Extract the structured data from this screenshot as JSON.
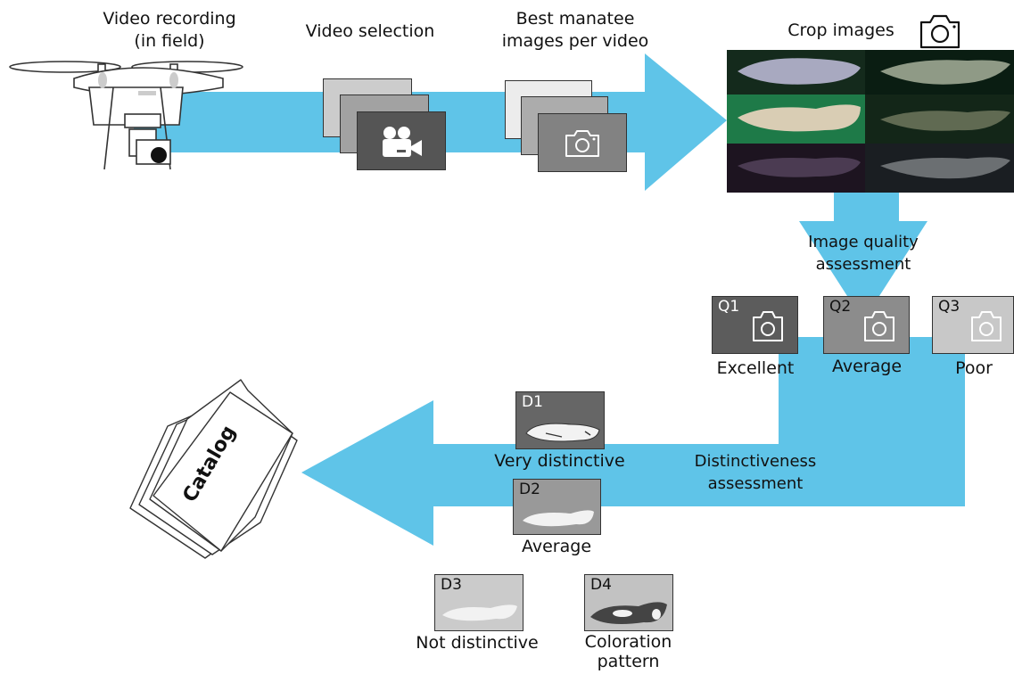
{
  "flow": {
    "step_recording": {
      "line1": "Video recording",
      "line2": "(in field)"
    },
    "step_selection": "Video selection",
    "step_best": {
      "line1": "Best manatee",
      "line2": "images per video"
    },
    "step_crop": "Crop images",
    "step_quality": {
      "line1": "Image quality",
      "line2": "assessment"
    },
    "step_distinct": {
      "line1": "Distinctiveness",
      "line2": "assessment"
    }
  },
  "quality": [
    {
      "id": "Q1",
      "label": "Excellent",
      "color": "#5c5c5c"
    },
    {
      "id": "Q2",
      "label": "Average",
      "color": "#8c8c8c"
    },
    {
      "id": "Q3",
      "label": "Poor",
      "color": "#c8c8c8"
    }
  ],
  "distinctiveness": [
    {
      "id": "D1",
      "label": "Very distinctive",
      "color": "#666666"
    },
    {
      "id": "D2",
      "label": "Average",
      "color": "#999999"
    },
    {
      "id": "D3",
      "label": "Not distinctive",
      "color": "#cbcbcb"
    },
    {
      "id": "D4",
      "label": "Coloration",
      "label2": "pattern",
      "color": "#c2c2c2"
    }
  ],
  "catalog": "Catalog",
  "colors": {
    "flow": "#5fc4e8",
    "stroke": "#333333"
  }
}
